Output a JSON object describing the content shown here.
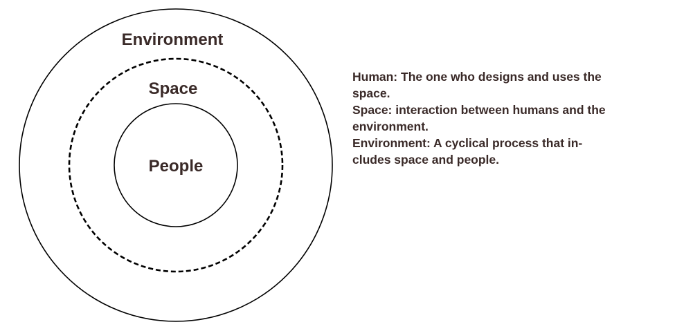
{
  "diagram": {
    "labels": {
      "outer": "Environment",
      "middle": "Space",
      "inner": "People"
    }
  },
  "description": {
    "lines": [
      "Human: The one who designs and uses the",
      "space.",
      "Space: interaction between humans and the",
      "environment.",
      "Environment: A cyclical process that in-",
      "cludes space and people."
    ]
  },
  "colors": {
    "text": "#3a2a28",
    "stroke": "#000000",
    "background": "#ffffff"
  }
}
